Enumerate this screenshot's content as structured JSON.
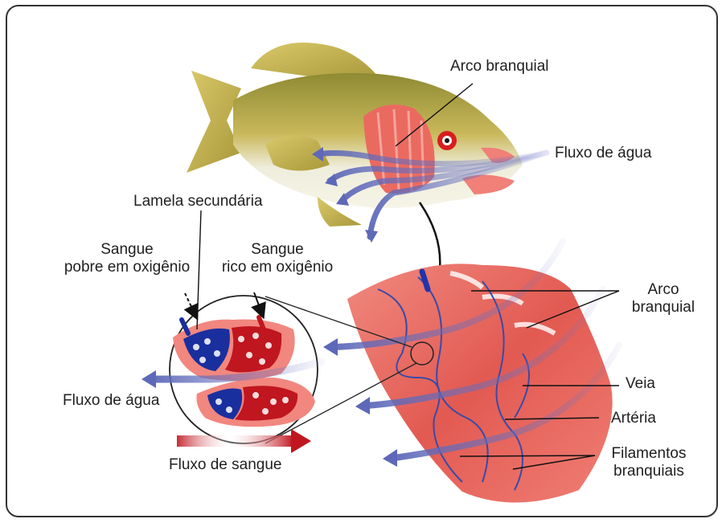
{
  "labels": {
    "arco_branquial_top": "Arco branquial",
    "fluxo_agua_top": "Fluxo de água",
    "lamela_secundaria": "Lamela secundária",
    "sangue_pobre_line1": "Sangue",
    "sangue_pobre_line2": "pobre em oxigênio",
    "sangue_rico_line1": "Sangue",
    "sangue_rico_line2": "rico em oxigênio",
    "arco_branquial_right_line1": "Arco",
    "arco_branquial_right_line2": "branquial",
    "veia": "Veia",
    "arteria": "Artéria",
    "filamentos_line1": "Filamentos",
    "filamentos_line2": "branquiais",
    "fluxo_agua_left": "Fluxo de água",
    "fluxo_sangue": "Fluxo de sangue"
  },
  "colors": {
    "fish_body": "#c9b85a",
    "fish_belly": "#f1efdc",
    "gill": "#e8675f",
    "water_arrow": "#5d68b8",
    "oxygen_poor": "#1a2f9e",
    "oxygen_rich": "#c0161f",
    "outline": "#333333"
  }
}
